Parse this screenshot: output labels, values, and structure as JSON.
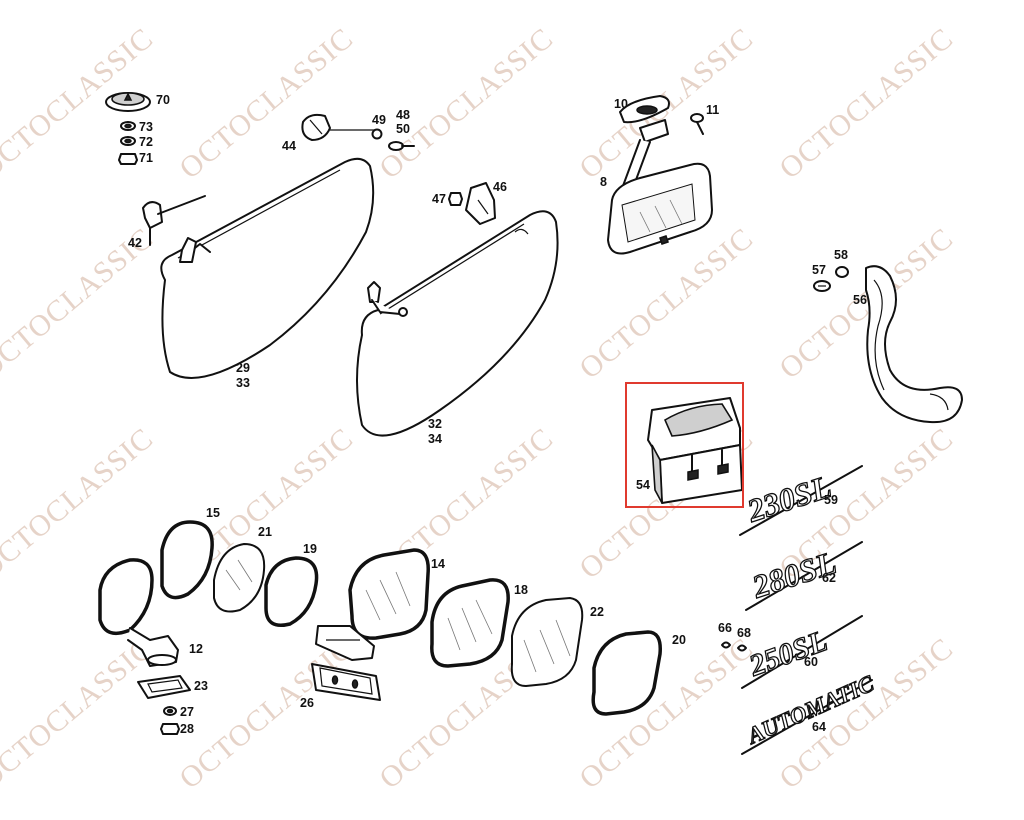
{
  "watermark": "OCTOCLASSIC",
  "highlight_color": "#e03a2f",
  "labels": {
    "p70": "70",
    "p73": "73",
    "p72": "72",
    "p71": "71",
    "p44": "44",
    "p49": "49",
    "p48": "48",
    "p50": "50",
    "p10": "10",
    "p11": "11",
    "p8": "8",
    "p42": "42",
    "p47": "47",
    "p46": "46",
    "p29": "29",
    "p33": "33",
    "p32": "32",
    "p34": "34",
    "p58": "58",
    "p57": "57",
    "p56": "56",
    "p54": "54",
    "p59": "59",
    "p62": "62",
    "p60": "60",
    "p64": "64",
    "p66": "66",
    "p68": "68",
    "p15": "15",
    "p21": "21",
    "p19": "19",
    "p14": "14",
    "p18": "18",
    "p22": "22",
    "p20": "20",
    "p12": "12",
    "p23": "23",
    "p27": "27",
    "p28": "28",
    "p26": "26"
  },
  "badges": {
    "b59": "230SL",
    "b62": "280SL",
    "b60": "250SL",
    "b64": "AUTOMATIC"
  }
}
